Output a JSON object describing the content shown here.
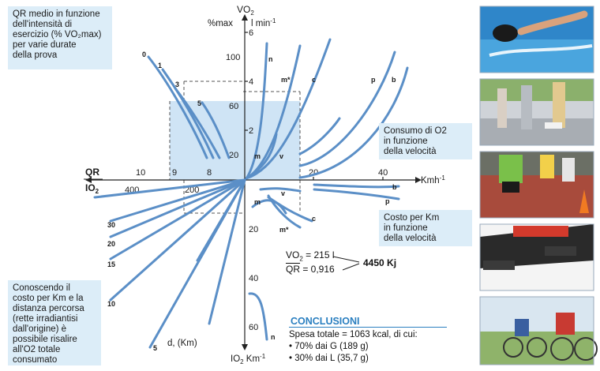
{
  "notes": {
    "top_left": [
      "QR medio in funzione",
      "dell'intensità di",
      "esercizio (% VO₂max)",
      "per varie durate",
      "della prova"
    ],
    "consumo": [
      "Consumo di O2",
      "in funzione",
      "della velocità"
    ],
    "costo": [
      "Costo per Km",
      "in funzione",
      "della velocità"
    ],
    "bottom_left": [
      "Conoscendo il",
      "costo per Km e la",
      "distanza percorsa",
      "(rette irradiantisi",
      "dall'origine) è",
      "possibile risalire",
      "all'O2 totale",
      "consumato"
    ]
  },
  "axes": {
    "vo2_top": "VO",
    "vo2_top_sub": "2",
    "pct_max": "%max",
    "l_min": "l min",
    "l_min_sup": "-1",
    "kmh": "Kmh",
    "kmh_sup": "-1",
    "qr_num": "QR",
    "qr_den": "IO",
    "qr_den_sub": "2",
    "d_km": "d, (Km)",
    "io2_km": "IO",
    "io2_km_sub": "2",
    "io2_km_rest": " Km",
    "io2_km_sup": "-1"
  },
  "ticks": {
    "up_pct": [
      "100",
      "60",
      "20"
    ],
    "up_lmin": [
      "6",
      "4",
      "2"
    ],
    "right_kmh": [
      "20",
      "40"
    ],
    "left_qr": [
      "10",
      "9",
      "8"
    ],
    "left_io2": [
      "400",
      "200"
    ],
    "down": [
      "20",
      "40",
      "60"
    ]
  },
  "curve_labels": {
    "duration": [
      "0",
      "1",
      "3",
      "5"
    ],
    "distance": [
      "30",
      "20",
      "15",
      "10",
      "5"
    ],
    "vo2": [
      "n",
      "m*",
      "c",
      "p",
      "b",
      "m",
      "v"
    ],
    "cost": [
      "b",
      "p",
      "v",
      "m",
      "c",
      "m*",
      "n"
    ]
  },
  "equations": {
    "vo2": "VO",
    "vo2_sub": "2",
    "vo2_val": " = 215 l",
    "qr": "QR",
    "qr_val": " = 0,916",
    "energy": "4450 Kj"
  },
  "conclusions": {
    "title": "CONCLUSIONI",
    "line1": "Spesa totale = 1063 kcal, di cui:",
    "line2": "• 70% dai G (189 g)",
    "line3": "• 30% dai L (35,7 g)"
  },
  "colors": {
    "curve": "#5b8fc7",
    "box_fill": "#cfe4f5",
    "note_bg": "#dcedf8",
    "title_blue": "#2a7fc0"
  },
  "photos": [
    "swimming-photo",
    "running-legs-photo",
    "marathon-photo",
    "inline-skating-photo",
    "cycling-photo"
  ]
}
